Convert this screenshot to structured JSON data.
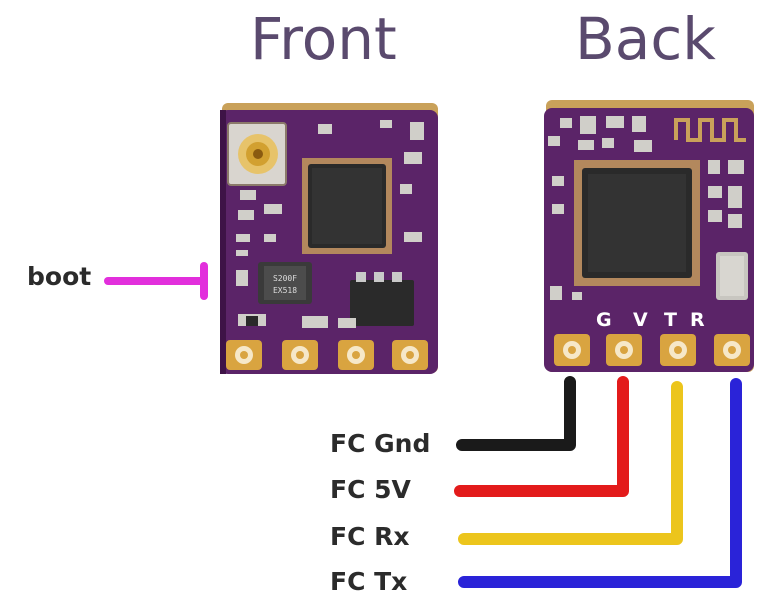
{
  "titles": {
    "front": "Front",
    "back": "Back"
  },
  "labels": {
    "boot": "boot",
    "gnd": "FC Gnd",
    "v5": "FC 5V",
    "rx": "FC Rx",
    "tx": "FC Tx"
  },
  "pin_marks": [
    "G",
    "V",
    "T",
    "R"
  ],
  "chip_markings": {
    "inductor_line1": "S200F",
    "inductor_line2": "EX518"
  },
  "colors": {
    "pcb": "#5b2468",
    "boot_wire": "#e22fdc",
    "gnd_wire": "#1a1a1a",
    "v5_wire": "#e31b1b",
    "rx_wire": "#ecc51c",
    "tx_wire": "#2a23d8"
  }
}
